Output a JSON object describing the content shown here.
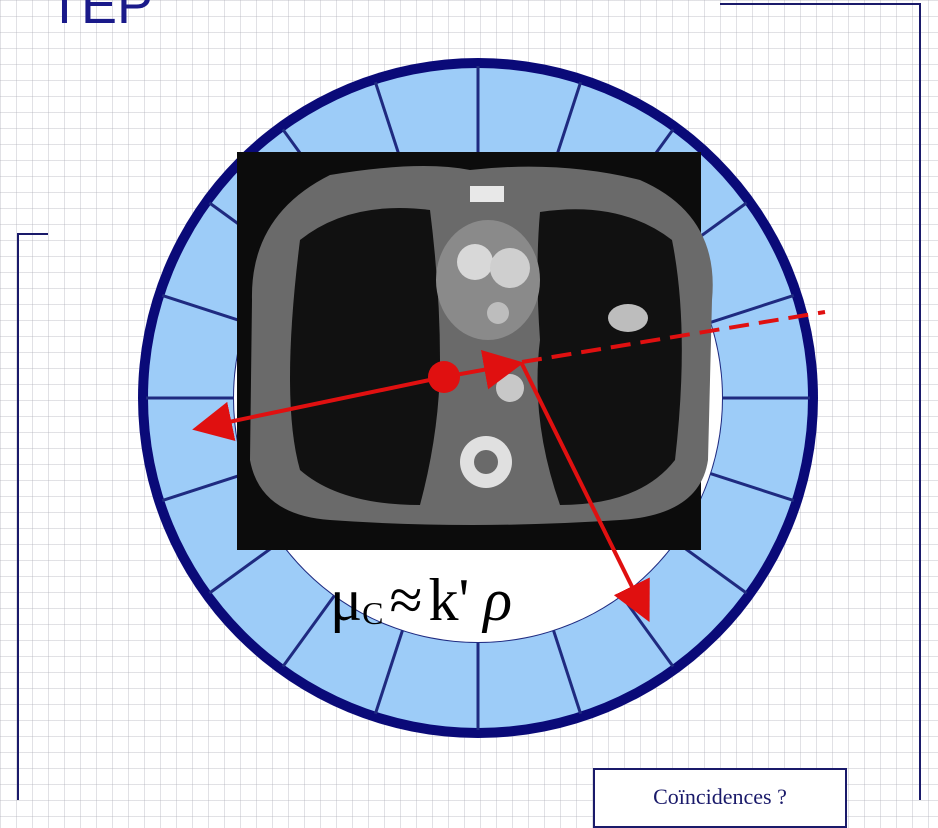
{
  "slide": {
    "title": "TEP",
    "formula": {
      "symbol": "μ",
      "subscript": "C",
      "approx": "≈",
      "constant": "k'",
      "variable": "ρ"
    },
    "caption": "Coïncidences ?"
  },
  "colors": {
    "ring_outer": "#0a0a78",
    "ring_fill": "#9dccf8",
    "ring_dividers": "#1f2a80",
    "arrows": "#e01010",
    "bracket_lines": "#1a1a6a"
  },
  "ring": {
    "detector_segments": 20
  },
  "image": {
    "content": "CT axial thorax slice"
  }
}
